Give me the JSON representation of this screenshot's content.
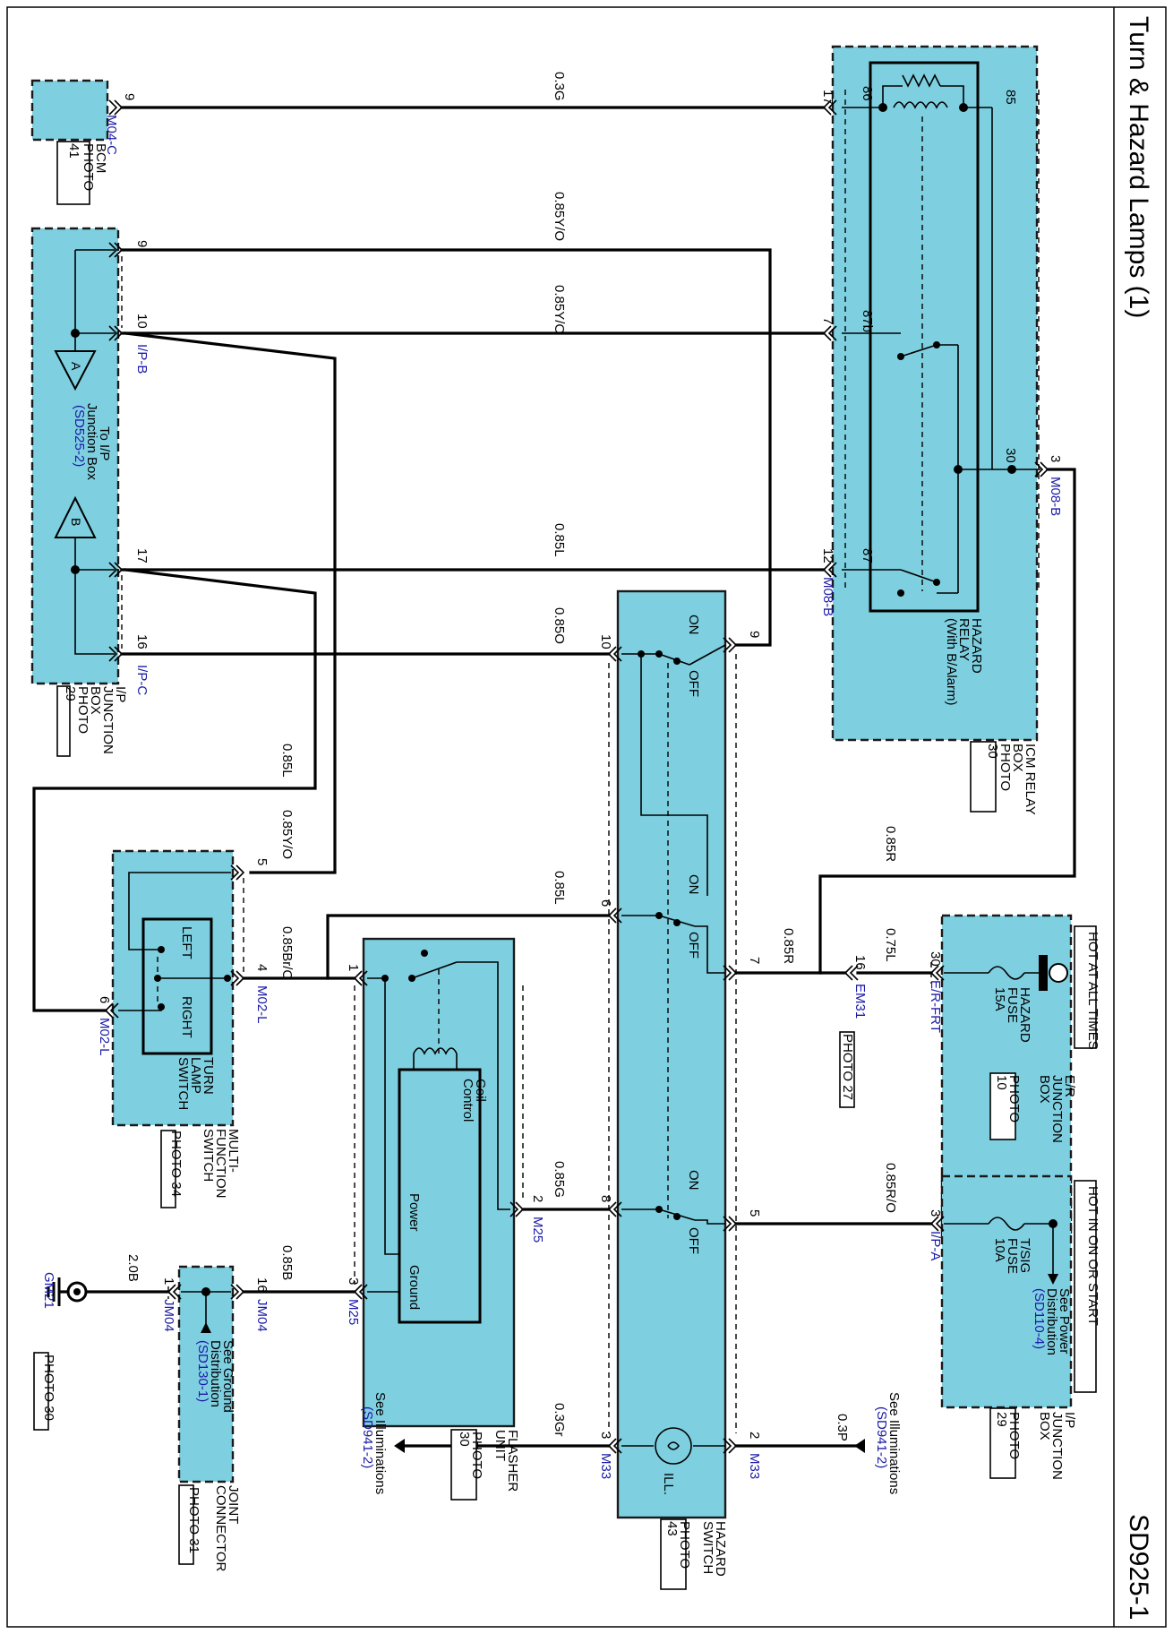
{
  "title": "Turn & Hazard Lamps (1)",
  "page_code": "SD925-1",
  "banners": {
    "hot_at_all_times": "HOT AT ALL TIMES",
    "hot_in_on_or_start": "HOT IN ON OR START"
  },
  "components": {
    "bcm": {
      "name": "BCM",
      "photo": "PHOTO",
      "photo_num": "41",
      "connector": "M04-C",
      "pin": "9"
    },
    "ip_junction_box": {
      "line1": "I/P",
      "line2": "JUNCTION",
      "line3": "BOX",
      "photo": "PHOTO",
      "photo_num": "29",
      "conn_b": "I/P-B",
      "conn_c": "I/P-C",
      "pin_9": "9",
      "pin_10": "10",
      "pin_17": "17",
      "pin_16": "16",
      "node_a": "A",
      "node_b": "B",
      "ref_text1": "To I/P",
      "ref_text2": "Junction Box",
      "ref_link": "(SD525-2)"
    },
    "icm_relay_box": {
      "line1": "ICM RELAY",
      "line2": "BOX",
      "photo": "PHOTO",
      "photo_num": "30",
      "relay_l1": "HAZARD",
      "relay_l2": "RELAY",
      "relay_l3": "(With B/Alarm)",
      "pin_86": "86",
      "pin_85": "85",
      "pin_87b": "87b",
      "pin_30": "30",
      "pin_87": "87",
      "ext_17": "17",
      "ext_7": "7",
      "ext_3": "3",
      "ext_12": "12",
      "conn_m08b_top": "M08-B",
      "conn_m08b_bottom": "M08-B"
    },
    "er_junction_box": {
      "line1": "E/R",
      "line2": "JUNCTION",
      "line3": "BOX",
      "photo": "PHOTO",
      "photo_num": "10",
      "fuse_l1": "HAZARD",
      "fuse_l2": "FUSE",
      "fuse_l3": "15A",
      "pin": "30",
      "connector": "E/R-FRT"
    },
    "ip_junction_box_2": {
      "line1": "I/P",
      "line2": "JUNCTION",
      "line3": "BOX",
      "photo": "PHOTO",
      "photo_num": "29",
      "fuse_l1": "T/SIG",
      "fuse_l2": "FUSE",
      "fuse_l3": "10A",
      "pin": "3",
      "connector": "I/P-A",
      "ref_l1": "See Power",
      "ref_l2": "Distribution",
      "ref_link": "(SD110-4)"
    },
    "em31": {
      "pin": "16",
      "connector": "EM31",
      "photo": "PHOTO 27"
    },
    "hazard_switch": {
      "line1": "HAZARD",
      "line2": "SWITCH",
      "photo": "PHOTO",
      "photo_num": "43",
      "pin_10": "10",
      "pin_9": "9",
      "pin_6": "6",
      "pin_7": "7",
      "pin_8": "8",
      "pin_5": "5",
      "pin_3": "3",
      "pin_2": "2",
      "on": "ON",
      "off": "OFF",
      "ill": "ILL.",
      "conn_m33_left": "M33",
      "conn_m33_right": "M33"
    },
    "flasher_unit": {
      "line1": "FLASHER",
      "line2": "UNIT",
      "photo": "PHOTO",
      "photo_num": "30",
      "coil1": "Coil",
      "coil2": "Control",
      "power": "Power",
      "ground": "Ground",
      "pin_1": "1",
      "pin_2": "2",
      "pin_3": "3",
      "conn_m25_top": "M25",
      "conn_m25_bottom": "M25"
    },
    "multi_function_switch": {
      "line1": "MULTI-",
      "line2": "FUNCTION",
      "line3": "SWITCH",
      "photo": "PHOTO 34",
      "sw1": "TURN",
      "sw2": "LAMP",
      "sw3": "SWITCH",
      "left": "LEFT",
      "right": "RIGHT",
      "pin_5": "5",
      "pin_4": "4",
      "pin_6": "6",
      "conn_4": "M02-L",
      "conn_6": "M02-L"
    },
    "joint_connector": {
      "line1": "JOINT",
      "line2": "CONNECTOR",
      "photo": "PHOTO 31",
      "pin_16": "16",
      "pin_1": "1",
      "conn_a": "JM04",
      "conn_b": "JM04",
      "ref_l1": "See Ground",
      "ref_l2": "Distribution",
      "ref_link": "(SD130-1)"
    },
    "ground": {
      "name": "GM21",
      "photo": "PHOTO 30"
    },
    "illum_right": {
      "l1": "See Illuminations",
      "link": "(SD941-2)"
    },
    "illum_left": {
      "l1": "See Illuminations",
      "link": "(SD941-2)"
    }
  },
  "wires": {
    "bcm_relay": "0.3G",
    "yo_top": "0.85Y/O",
    "yo_mid": "0.85Y/O",
    "l_mid": "0.85L",
    "o_mid": "0.85O",
    "l_left": "0.85L",
    "yo_left": "0.85Y/O",
    "r_top": "0.85R",
    "l_sw6": "0.85L",
    "br_o": "0.85Br/O",
    "r_sw7": "0.85R",
    "l_fuse": "0.75L",
    "g_sw8": "0.85G",
    "r_o": "0.85R/O",
    "b_flasher": "0.85B",
    "b_ground": "2.0B",
    "gr": "0.3Gr",
    "p": "0.3P"
  },
  "colors": {
    "component_fill": "#7ecfe0",
    "connector_text": "#1a1aa8",
    "wire": "#000000"
  }
}
